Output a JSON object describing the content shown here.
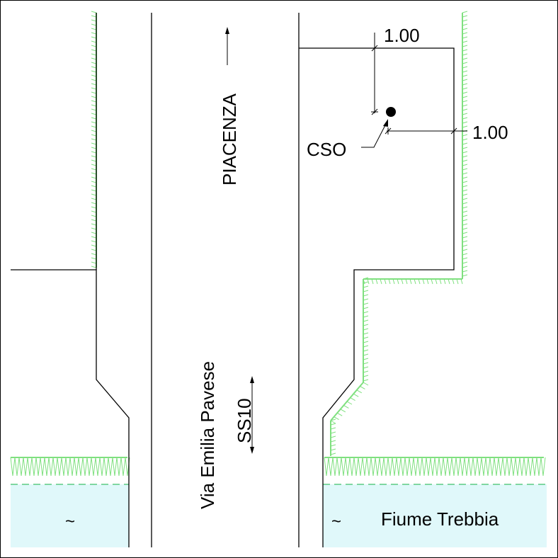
{
  "labels": {
    "direction": "PIACENZA",
    "road_name": "Via Emilia Pavese",
    "road_code": "SS10",
    "river": "Fiume Trebbia",
    "cso": "CSO",
    "dim_vertical": "1.00",
    "dim_horizontal": "1.00"
  },
  "symbols": {
    "water_left": "~",
    "water_right": "~"
  },
  "colors": {
    "line": "#000000",
    "vegetation": "#7fe07f",
    "water_fill": "#e0f8fa",
    "water_edge": "#3cc16a",
    "cso_point": "#000000"
  }
}
